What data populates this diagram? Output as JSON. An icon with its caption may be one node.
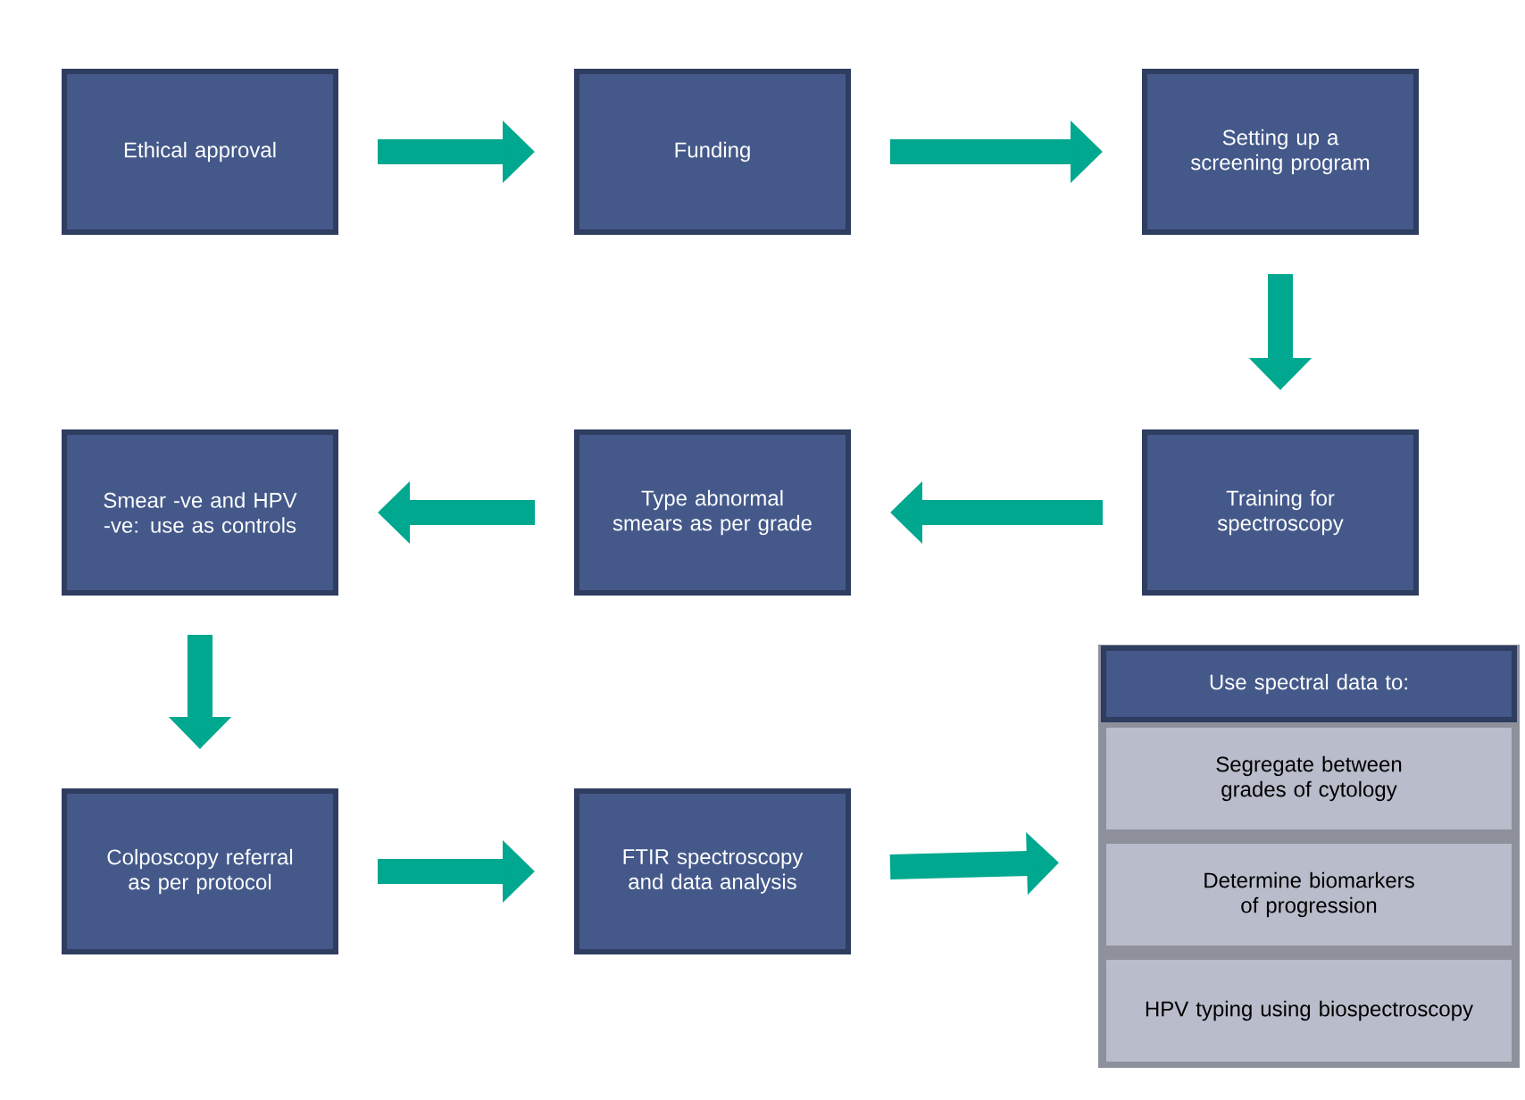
{
  "diagram": {
    "nodes": [
      {
        "text": [
          "Ethical approval"
        ]
      },
      {
        "text": [
          "Funding"
        ]
      },
      {
        "text": [
          "Setting up a screening program"
        ]
      },
      {
        "text": [
          "Training for spectroscopy"
        ]
      },
      {
        "text": [
          "Type abnormal smears as per grade"
        ]
      },
      {
        "text": [
          "Smear -ve and HPV -ve: use as controls"
        ]
      },
      {
        "text": [
          "Colposcopy referral as per protocol"
        ]
      },
      {
        "text": [
          "FTIR spectroscopy and data analysis"
        ]
      },
      {
        "text": [
          "Use spectral data to:"
        ]
      },
      {
        "text": [
          "Segregate between grades of cytology"
        ],
        "in": 8
      },
      {
        "text": [
          "Determine biomarkers of progression"
        ],
        "in": 8
      },
      {
        "text": [
          "HPV typing using biospectroscopy"
        ],
        "in": 8
      }
    ],
    "edges": [
      {
        "from": 0,
        "to": 1,
        "arrow": "to"
      },
      {
        "from": 1,
        "to": 2,
        "arrow": "to"
      },
      {
        "from": 2,
        "to": 3,
        "arrow": "to"
      },
      {
        "from": 3,
        "to": 4,
        "arrow": "to"
      },
      {
        "from": 4,
        "to": 5,
        "arrow": "to"
      },
      {
        "from": 5,
        "to": 6,
        "arrow": "to"
      },
      {
        "from": 6,
        "to": 7,
        "arrow": "to"
      },
      {
        "from": 7,
        "to": 8,
        "arrow": "to"
      }
    ]
  }
}
